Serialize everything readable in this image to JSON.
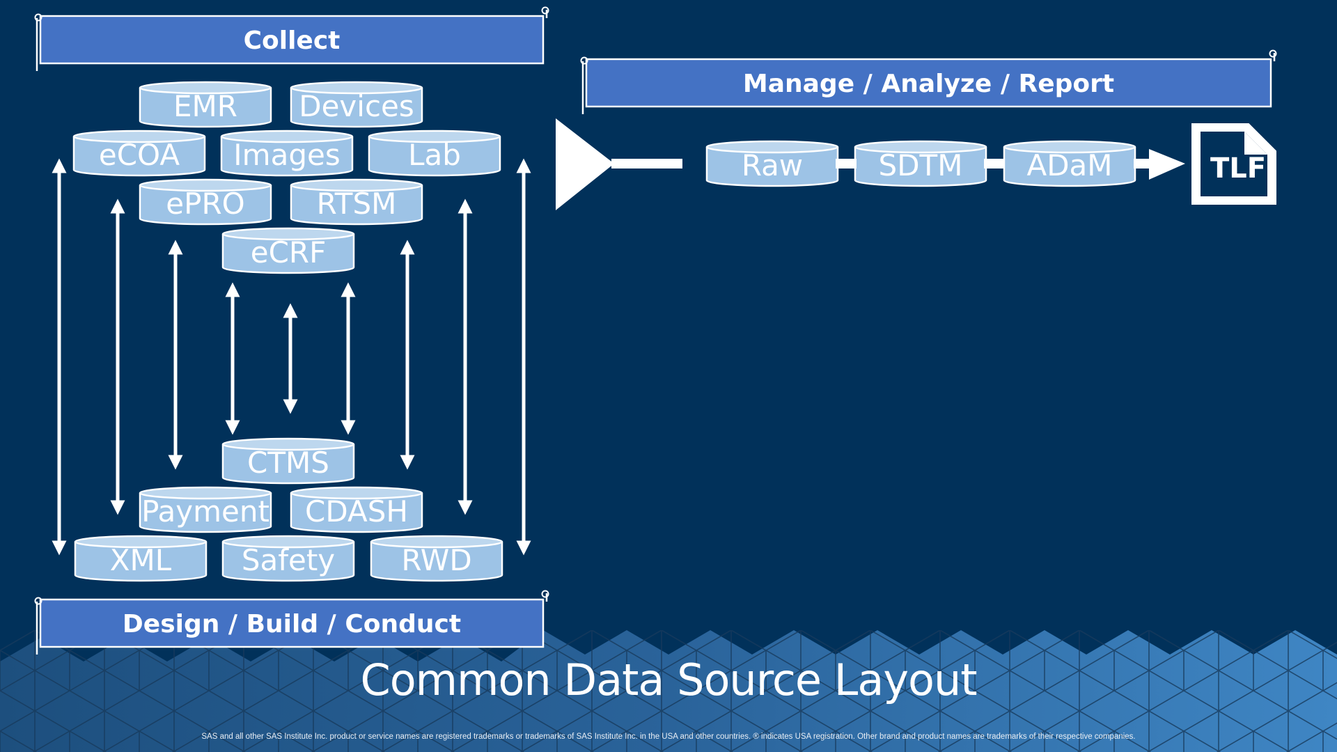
{
  "banners": {
    "collect": "Collect",
    "manage": "Manage / Analyze / Report",
    "design": "Design / Build / Conduct"
  },
  "cylinders": {
    "emr": "EMR",
    "devices": "Devices",
    "ecoa": "eCOA",
    "images": "Images",
    "lab": "Lab",
    "epro": "ePRO",
    "rtsm": "RTSM",
    "ecrf": "eCRF",
    "ctms": "CTMS",
    "payment": "Payment",
    "cdash": "CDASH",
    "xml": "XML",
    "safety": "Safety",
    "rwd": "RWD",
    "raw": "Raw",
    "sdtm": "SDTM",
    "adam": "ADaM"
  },
  "document_label": "TLF",
  "title": "Common Data Source Layout",
  "footer": "SAS and all other SAS Institute Inc. product or service names are registered trademarks or trademarks of SAS Institute Inc. in the USA and other countries. ® indicates USA registration. Other brand and product names are trademarks of their respective companies.",
  "colors": {
    "background": "#01315a",
    "banner_fill": "#4472c4",
    "cylinder_fill": "#9dc3e6",
    "cylinder_top": "#bdd7ee",
    "text": "#ffffff"
  },
  "icons": [
    "double-arrow-icon",
    "triangle-arrow-icon",
    "document-icon",
    "hexagon-pattern"
  ]
}
